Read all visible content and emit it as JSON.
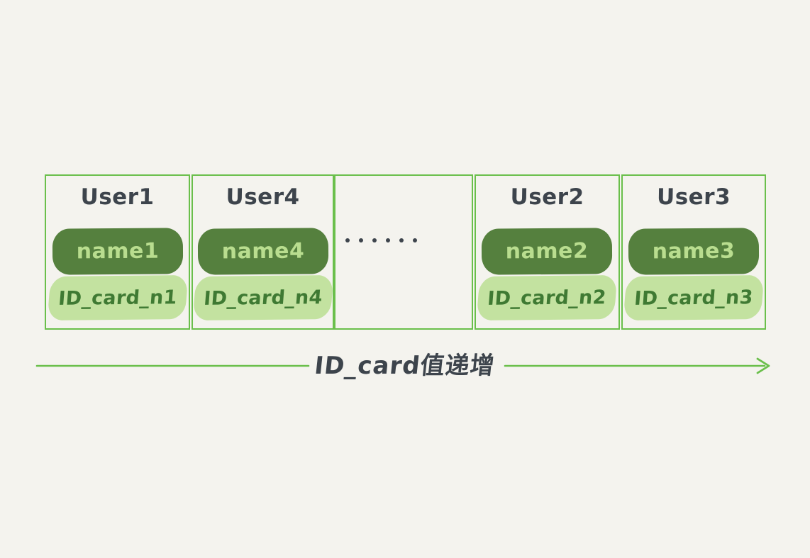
{
  "canvas": {
    "background_color": "#f4f3ee",
    "accent_green": "#6abf4b",
    "pill_dark_green": "#55803e",
    "pill_light_green": "#c3e2a0",
    "text_dark": "#3d444c"
  },
  "table": {
    "cells": [
      {
        "title": "User1",
        "name": "name1",
        "id_card": "ID_card_n1",
        "is_ellipsis": false
      },
      {
        "title": "User4",
        "name": "name4",
        "id_card": "ID_card_n4",
        "is_ellipsis": false
      },
      {
        "title": "",
        "name": "",
        "id_card": "",
        "is_ellipsis": true
      },
      {
        "title": "User2",
        "name": "name2",
        "id_card": "ID_card_n2",
        "is_ellipsis": false
      },
      {
        "title": "User3",
        "name": "name3",
        "id_card": "ID_card_n3",
        "is_ellipsis": false
      }
    ],
    "ellipsis_dot_count": 6
  },
  "axis": {
    "label": "ID_card值递增",
    "direction": "left-to-right-increasing"
  }
}
